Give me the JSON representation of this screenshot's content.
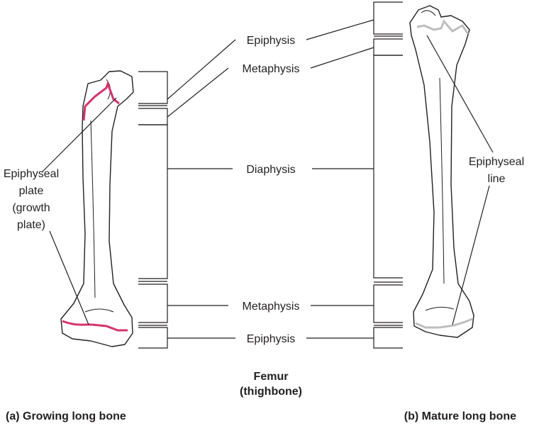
{
  "labels": {
    "epiphysis_top": "Epiphysis",
    "metaphysis_top": "Metaphysis",
    "diaphysis": "Diaphysis",
    "metaphysis_bottom": "Metaphysis",
    "epiphysis_bottom": "Epiphysis",
    "epiphyseal_plate": [
      "Epiphyseal",
      "plate",
      "(growth",
      "plate)"
    ],
    "epiphyseal_line": [
      "Epiphyseal",
      "line"
    ],
    "femur_title": [
      "Femur",
      "(thighbone)"
    ],
    "caption_a": "(a) Growing long bone",
    "caption_b": "(b) Mature long bone"
  },
  "colors": {
    "epiphyseal_plate": "#d6336c",
    "epiphyseal_line": "#bdbdbd",
    "ink": "#231f20"
  }
}
